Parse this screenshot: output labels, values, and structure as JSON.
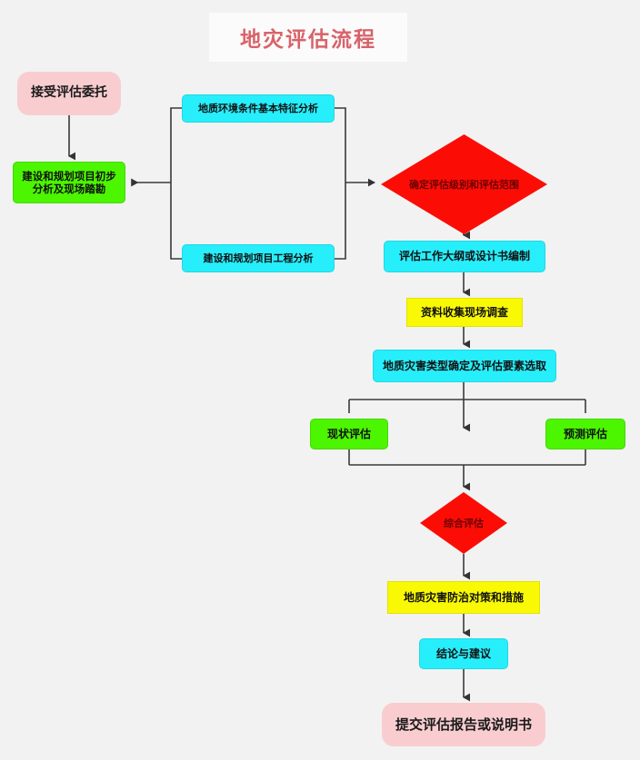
{
  "page": {
    "title": "地灾评估流程",
    "background_color": "#f2f2f2",
    "title_color": "#d8636a"
  },
  "palette": {
    "pink": "#f9cdd0",
    "green": "#4cf500",
    "cyan": "#27eefb",
    "yellow": "#f9f906",
    "red": "#fb0d06",
    "connector": "#3a3a3a"
  },
  "nodes": {
    "accept": {
      "label": "接受评估委托",
      "shape": "rounded-rect",
      "color": "#f9cdd0"
    },
    "preliminary": {
      "label": "建设和规划项目初步分析及现场踏勘",
      "shape": "rect",
      "color": "#4cf500"
    },
    "geo_env": {
      "label": "地质环境条件基本特征分析",
      "shape": "rect",
      "color": "#27eefb"
    },
    "project_eng": {
      "label": "建设和规划项目工程分析",
      "shape": "rect",
      "color": "#27eefb"
    },
    "level_scope": {
      "label": "确定评估级别和评估范围",
      "shape": "diamond",
      "color": "#fb0d06"
    },
    "outline": {
      "label": "评估工作大纲或设计书编制",
      "shape": "rect",
      "color": "#27eefb"
    },
    "survey": {
      "label": "资料收集现场调查",
      "shape": "rect",
      "color": "#f9f906"
    },
    "types": {
      "label": "地质灾害类型确定及评估要素选取",
      "shape": "rect",
      "color": "#27eefb"
    },
    "current_eval": {
      "label": "现状评估",
      "shape": "rect",
      "color": "#4cf500"
    },
    "forecast_eval": {
      "label": "预测评估",
      "shape": "rect",
      "color": "#4cf500"
    },
    "overall_eval": {
      "label": "综合评估",
      "shape": "diamond",
      "color": "#fb0d06"
    },
    "measures": {
      "label": "地质灾害防治对策和措施",
      "shape": "rect",
      "color": "#f9f906"
    },
    "conclusion": {
      "label": "结论与建议",
      "shape": "rect",
      "color": "#27eefb"
    },
    "submit": {
      "label": "提交评估报告或说明书",
      "shape": "rounded-rect",
      "color": "#f9cdd0"
    }
  },
  "chart_data": {
    "type": "flowchart",
    "title": "地灾评估流程",
    "nodes": [
      {
        "id": "accept",
        "label": "接受评估委托",
        "shape": "rounded-rect",
        "fill": "#f9cdd0"
      },
      {
        "id": "preliminary",
        "label": "建设和规划项目初步分析及现场踏勘",
        "shape": "rect",
        "fill": "#4cf500"
      },
      {
        "id": "geo_env",
        "label": "地质环境条件基本特征分析",
        "shape": "rect",
        "fill": "#27eefb"
      },
      {
        "id": "project_eng",
        "label": "建设和规划项目工程分析",
        "shape": "rect",
        "fill": "#27eefb"
      },
      {
        "id": "level_scope",
        "label": "确定评估级别和评估范围",
        "shape": "diamond",
        "fill": "#fb0d06"
      },
      {
        "id": "outline",
        "label": "评估工作大纲或设计书编制",
        "shape": "rect",
        "fill": "#27eefb"
      },
      {
        "id": "survey",
        "label": "资料收集现场调查",
        "shape": "rect",
        "fill": "#f9f906"
      },
      {
        "id": "types",
        "label": "地质灾害类型确定及评估要素选取",
        "shape": "rect",
        "fill": "#27eefb"
      },
      {
        "id": "current_eval",
        "label": "现状评估",
        "shape": "rect",
        "fill": "#4cf500"
      },
      {
        "id": "forecast_eval",
        "label": "预测评估",
        "shape": "rect",
        "fill": "#4cf500"
      },
      {
        "id": "overall_eval",
        "label": "综合评估",
        "shape": "diamond",
        "fill": "#fb0d06"
      },
      {
        "id": "measures",
        "label": "地质灾害防治对策和措施",
        "shape": "rect",
        "fill": "#f9f906"
      },
      {
        "id": "conclusion",
        "label": "结论与建议",
        "shape": "rect",
        "fill": "#27eefb"
      },
      {
        "id": "submit",
        "label": "提交评估报告或说明书",
        "shape": "rounded-rect",
        "fill": "#f9cdd0"
      }
    ],
    "edges": [
      {
        "from": "accept",
        "to": "preliminary"
      },
      {
        "from": "geo_env",
        "to": "preliminary"
      },
      {
        "from": "project_eng",
        "to": "preliminary"
      },
      {
        "from": "geo_env",
        "to": "level_scope"
      },
      {
        "from": "project_eng",
        "to": "level_scope"
      },
      {
        "from": "level_scope",
        "to": "outline"
      },
      {
        "from": "outline",
        "to": "survey"
      },
      {
        "from": "survey",
        "to": "types"
      },
      {
        "from": "types",
        "to": "current_eval"
      },
      {
        "from": "types",
        "to": "forecast_eval"
      },
      {
        "from": "current_eval",
        "to": "overall_eval"
      },
      {
        "from": "forecast_eval",
        "to": "overall_eval"
      },
      {
        "from": "overall_eval",
        "to": "measures"
      },
      {
        "from": "measures",
        "to": "conclusion"
      },
      {
        "from": "conclusion",
        "to": "submit"
      }
    ]
  }
}
